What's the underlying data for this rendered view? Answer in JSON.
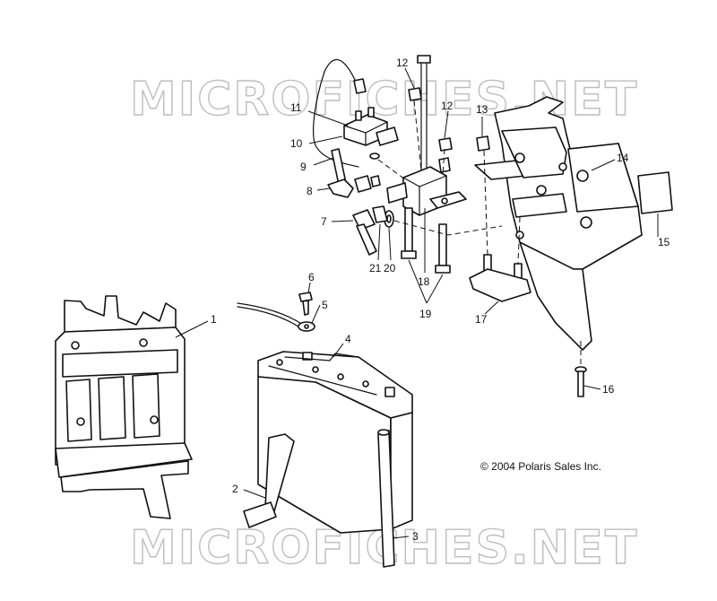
{
  "watermark": "MICROFICHES.NET",
  "copyright": "© 2004 Polaris Sales Inc.",
  "callouts": {
    "c1": "1",
    "c2": "2",
    "c3": "3",
    "c4": "4",
    "c5": "5",
    "c6": "6",
    "c7": "7",
    "c8": "8",
    "c9": "9",
    "c10": "10",
    "c11": "11",
    "c12a": "12",
    "c12b": "12",
    "c13": "13",
    "c14": "14",
    "c15": "15",
    "c16": "16",
    "c17": "17",
    "c18": "18",
    "c19": "19",
    "c20": "20",
    "c21": "21"
  }
}
